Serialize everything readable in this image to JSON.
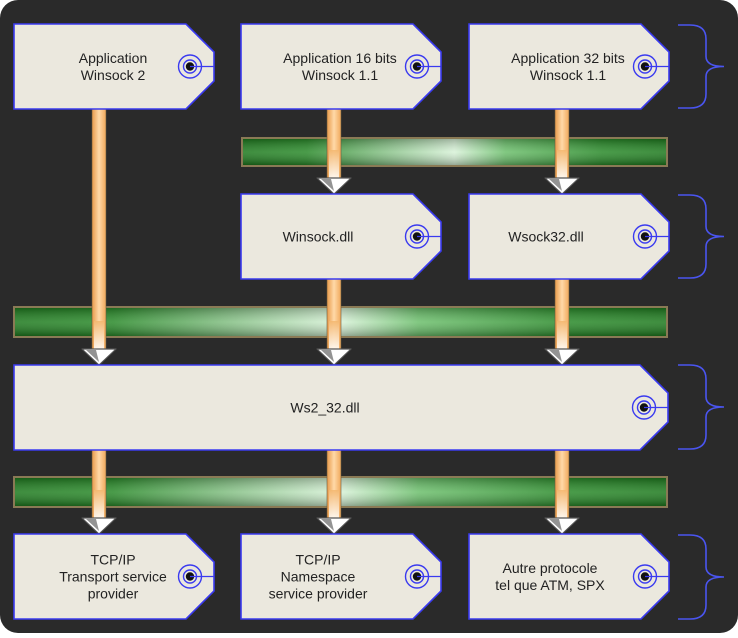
{
  "diagram": {
    "colors": {
      "background": "#2a2a2a",
      "tag_fill": "#ebe8de",
      "tag_border": "#3a3af0",
      "bus_dark": "#1e7a1e",
      "bus_light": "#e8f7e8",
      "bus_border": "#8a7a55",
      "pipe_orange": "#f4b870",
      "pipe_light": "#ffffff"
    },
    "nodes": {
      "app_winsock2": {
        "lines": [
          "Application",
          "Winsock 2"
        ]
      },
      "app_16bit": {
        "lines": [
          "Application 16 bits",
          "Winsock 1.1"
        ]
      },
      "app_32bit": {
        "lines": [
          "Application 32 bits",
          "Winsock 1.1"
        ]
      },
      "winsock_dll": {
        "lines": [
          "Winsock.dll"
        ]
      },
      "wsock32_dll": {
        "lines": [
          "Wsock32.dll"
        ]
      },
      "ws2_32_dll": {
        "lines": [
          "Ws2_32.dll"
        ]
      },
      "tcpip_transport": {
        "lines": [
          "TCP/IP",
          "Transport service",
          "provider"
        ]
      },
      "tcpip_namespace": {
        "lines": [
          "TCP/IP",
          "Namespace",
          "service provider"
        ]
      },
      "other_protocol": {
        "lines": [
          "Autre protocole",
          "tel que ATM, SPX"
        ]
      }
    },
    "layers": [
      "applications",
      "compat-dlls",
      "ws2_32",
      "providers"
    ],
    "connections": [
      [
        "app_winsock2",
        "ws2_32_dll"
      ],
      [
        "app_16bit",
        "winsock_dll"
      ],
      [
        "app_32bit",
        "wsock32_dll"
      ],
      [
        "winsock_dll",
        "ws2_32_dll"
      ],
      [
        "wsock32_dll",
        "ws2_32_dll"
      ],
      [
        "ws2_32_dll",
        "tcpip_transport"
      ],
      [
        "ws2_32_dll",
        "tcpip_namespace"
      ],
      [
        "ws2_32_dll",
        "other_protocol"
      ]
    ]
  }
}
